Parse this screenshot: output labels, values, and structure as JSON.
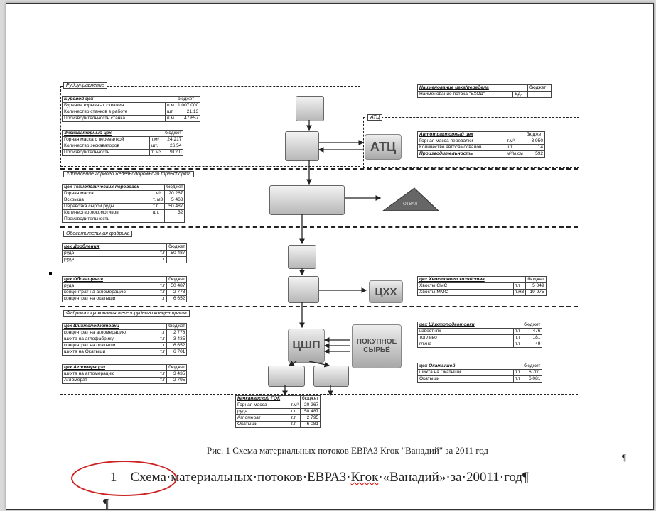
{
  "rudo": {
    "zone_label": "Рудоуправление",
    "burovoy": {
      "title": "Буровой цех",
      "budget": "бюджет",
      "rows": [
        [
          "Бурение взрывных скважин",
          "п.м",
          "1 007 000"
        ],
        [
          "Количество станков в работе",
          "шт.",
          "21.13"
        ],
        [
          "Производительность станка",
          "п.м",
          "47 657"
        ]
      ]
    },
    "ekskav": {
      "title": "Экскаваторный цех",
      "budget": "бюджет",
      "rows": [
        [
          "Горная масса с перевалкой",
          "т.м³",
          "24 217"
        ],
        [
          "Количество экскаваторов",
          "шт.",
          "26.54"
        ],
        [
          "Производительность",
          "т. м3",
          "912.0"
        ]
      ]
    }
  },
  "top_right": {
    "title": "Наименование цеха/передела",
    "budget": "бюджет",
    "row": [
      "Наименование потока \"ВХОД\"",
      "Ед."
    ]
  },
  "atc": {
    "zone_label": "АТЦ",
    "tile": "АТЦ",
    "title": "Автотракторный цех",
    "budget": "бюджет",
    "rows": [
      [
        "Горная масса перевалки",
        "т.м³",
        "3 950"
      ],
      [
        "Количество автосамосвалов",
        "шт.",
        "14"
      ],
      [
        "Производительность",
        "м³/м.см",
        "592"
      ]
    ]
  },
  "ugzt": {
    "zone_label": "Управление горного железнодорожного транспорта",
    "title": "цех Технологических перевозок",
    "budget": "бюджет",
    "rows": [
      [
        "Горная масса",
        "т.м³",
        "20 267"
      ],
      [
        "Вскрыша",
        "т. м3",
        "5 463"
      ],
      [
        "Перевозка сырой руды",
        "т.т",
        "50 487"
      ],
      [
        "Количество локомотивов",
        "шт.",
        "32"
      ],
      [
        "Производительность",
        "",
        ""
      ]
    ],
    "otval": "ОТВАЛ"
  },
  "obog": {
    "zone_label": "Обогатительная фабрика",
    "drob": {
      "title": "цех Дробления",
      "budget": "бюджет",
      "rows": [
        [
          "руда",
          "т.т",
          "50 487"
        ],
        [
          "руда",
          "т.т",
          ""
        ]
      ]
    },
    "obogash": {
      "title": "цех Обогащения",
      "budget": "бюджет",
      "rows": [
        [
          "руда",
          "т.т",
          "50 487"
        ],
        [
          "концентрат на агломерацию",
          "т.т",
          "2 778"
        ],
        [
          "концентрат на окатыши",
          "т.т",
          "6 652"
        ]
      ]
    }
  },
  "khvost": {
    "tile": "ЦХХ",
    "title": "цех Хвостового хозяйства",
    "budget": "бюджет",
    "rows": [
      [
        "Хвосты СМС",
        "т.т",
        "5 049"
      ],
      [
        "Хвосты ММС",
        "т.м3",
        "19 975"
      ]
    ]
  },
  "fok": {
    "zone_label": "Фабрика окускования железорудного концентрата",
    "shikhto": {
      "title": "цех Шихтоподготовки",
      "budget": "бюджет",
      "rows": [
        [
          "концентрат на агломерацию",
          "т.т",
          "2 778"
        ],
        [
          "шихта на аглофабрику",
          "т.т",
          "3 435"
        ],
        [
          "концентрат на окатыши",
          "т.т",
          "6 652"
        ],
        [
          "шихта на Окатыши",
          "т.т",
          "6 701"
        ]
      ]
    },
    "aglo": {
      "title": "цех Агломерации",
      "budget": "бюджет",
      "rows": [
        [
          "шихта на агломерацию",
          "т.т",
          "3 435"
        ],
        [
          "Агломерат",
          "т.т",
          "2 795"
        ]
      ]
    },
    "tile_csp": "ЦШП",
    "tile_buy": "ПОКУПНОЕ СЫРЬЁ"
  },
  "right_shikhto": {
    "title": "цех Шихтоподготовки",
    "budget": "бюджет",
    "rows": [
      [
        "известняк",
        "т.т",
        "476"
      ],
      [
        "топливо",
        "т.т",
        "181"
      ],
      [
        "глина",
        "т.т",
        "49"
      ]
    ]
  },
  "okat": {
    "title": "цех Окатышей",
    "budget": "бюджет",
    "rows": [
      [
        "шихта на Окатыши",
        "т.т",
        "6 701"
      ],
      [
        "Окатыши",
        "т.т",
        "6 081"
      ]
    ]
  },
  "kgok": {
    "title": "Качканарский ГОК",
    "budget": "бюджет",
    "rows": [
      [
        "Горная масса",
        "т.м³",
        "20 267"
      ],
      [
        "руда",
        "т.т",
        "50 487"
      ],
      [
        "Агломерат",
        "т.т",
        "2 795"
      ],
      [
        "Окатыши",
        "т.т",
        "6 081"
      ]
    ]
  },
  "caption": "Рис. 1   Схема материальных потоков ЕВРАЗ Кгок  \"Ванадий\" за 2011 год",
  "pilcrow": "¶",
  "mainline": {
    "pre": "1 – Схема·материальных·потоков·ЕВРАЗ·",
    "misspelled": "Кгок",
    "post": "·«Ванадий»·за·20011·год¶"
  },
  "trailing_pilcrow": "¶"
}
